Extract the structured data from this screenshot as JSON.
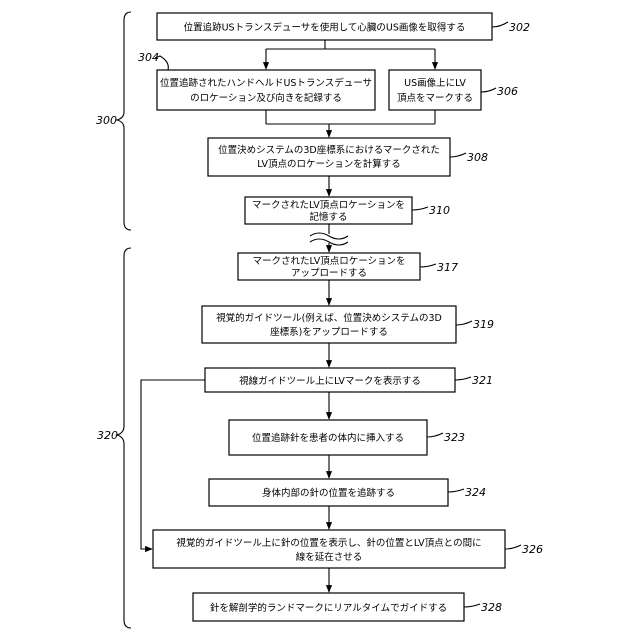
{
  "section_refs": {
    "top": "300",
    "bottom": "320"
  },
  "steps": {
    "s302": {
      "ref": "302",
      "lines": [
        "位置追跡USトランスデューサを使用して心臓のUS画像を取得する"
      ]
    },
    "s304": {
      "ref": "304",
      "lines": [
        "位置追跡されたハンドヘルドUSトランスデューサ",
        "のロケーション及び向きを記録する"
      ]
    },
    "s306": {
      "ref": "306",
      "lines": [
        "US画像上にLV",
        "頂点をマークする"
      ]
    },
    "s308": {
      "ref": "308",
      "lines": [
        "位置決めシステムの3D座標系におけるマークされた",
        "LV頂点のロケーションを計算する"
      ]
    },
    "s310": {
      "ref": "310",
      "lines": [
        "マークされたLV頂点ロケーションを",
        "記憶する"
      ]
    },
    "s317": {
      "ref": "317",
      "lines": [
        "マークされたLV頂点ロケーションを",
        "アップロードする"
      ]
    },
    "s319": {
      "ref": "319",
      "lines": [
        "視覚的ガイドツール(例えば、位置決めシステムの3D",
        "座標系)をアップロードする"
      ]
    },
    "s321": {
      "ref": "321",
      "lines": [
        "視線ガイドツール上にLVマークを表示する"
      ]
    },
    "s323": {
      "ref": "323",
      "lines": [
        "位置追跡針を患者の体内に挿入する"
      ]
    },
    "s324": {
      "ref": "324",
      "lines": [
        "身体内部の針の位置を追跡する"
      ]
    },
    "s326": {
      "ref": "326",
      "lines": [
        "視覚的ガイドツール上に針の位置を表示し、針の位置とLV頂点との間に",
        "線を延在させる"
      ]
    },
    "s328": {
      "ref": "328",
      "lines": [
        "針を解剖学的ランドマークにリアルタイムでガイドする"
      ]
    }
  }
}
